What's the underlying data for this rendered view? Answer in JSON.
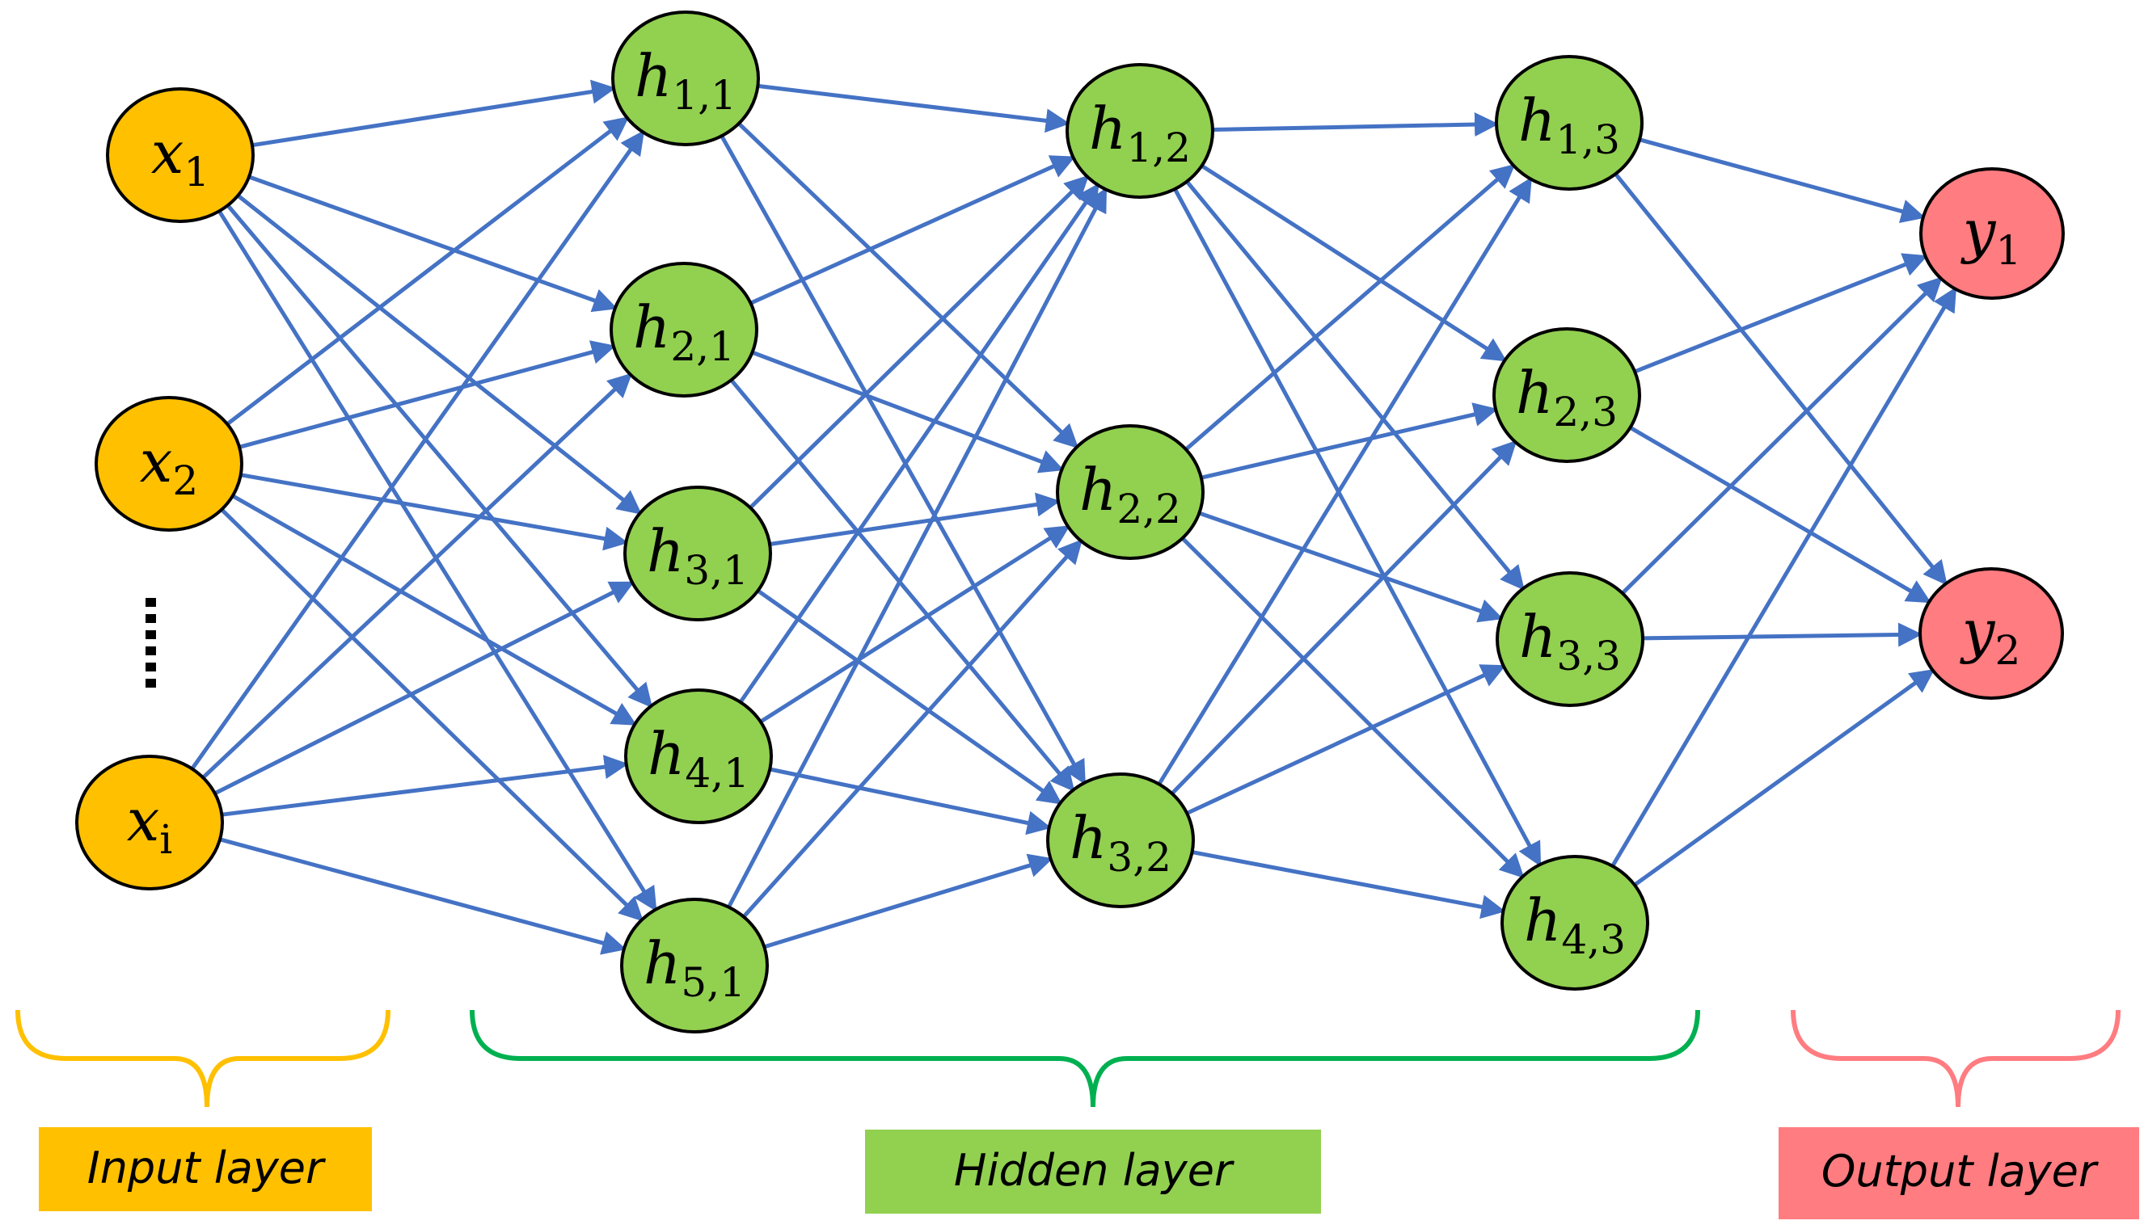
{
  "colors": {
    "input": "#FFC000",
    "hidden": "#92D050",
    "output": "#FF7C80",
    "edge": "#4472C4",
    "hidden_brace": "#00B050",
    "input_brace": "#FFC000",
    "output_brace": "#FF7C80"
  },
  "layers": [
    {
      "id": "input",
      "color_key": "input",
      "nodes": [
        {
          "id": "x1",
          "base": "x",
          "sub": "1"
        },
        {
          "id": "x2",
          "base": "x",
          "sub": "2"
        },
        {
          "id": "xi",
          "base": "x",
          "sub": "i"
        }
      ]
    },
    {
      "id": "hidden1",
      "color_key": "hidden",
      "nodes": [
        {
          "id": "h11",
          "base": "h",
          "sub": "1,1"
        },
        {
          "id": "h21",
          "base": "h",
          "sub": "2,1"
        },
        {
          "id": "h31",
          "base": "h",
          "sub": "3,1"
        },
        {
          "id": "h41",
          "base": "h",
          "sub": "4,1"
        },
        {
          "id": "h51",
          "base": "h",
          "sub": "5,1"
        }
      ]
    },
    {
      "id": "hidden2",
      "color_key": "hidden",
      "nodes": [
        {
          "id": "h12",
          "base": "h",
          "sub": "1,2"
        },
        {
          "id": "h22",
          "base": "h",
          "sub": "2,2"
        },
        {
          "id": "h32",
          "base": "h",
          "sub": "3,2"
        }
      ]
    },
    {
      "id": "hidden3",
      "color_key": "hidden",
      "nodes": [
        {
          "id": "h13",
          "base": "h",
          "sub": "1,3"
        },
        {
          "id": "h23",
          "base": "h",
          "sub": "2,3"
        },
        {
          "id": "h33",
          "base": "h",
          "sub": "3,3"
        },
        {
          "id": "h43",
          "base": "h",
          "sub": "4,3"
        }
      ]
    },
    {
      "id": "output",
      "color_key": "output",
      "nodes": [
        {
          "id": "y1",
          "base": "y",
          "sub": "1"
        },
        {
          "id": "y2",
          "base": "y",
          "sub": "2"
        }
      ]
    }
  ],
  "labels": {
    "input": "Input layer",
    "hidden": "Hidden layer",
    "output": "Output layer"
  }
}
